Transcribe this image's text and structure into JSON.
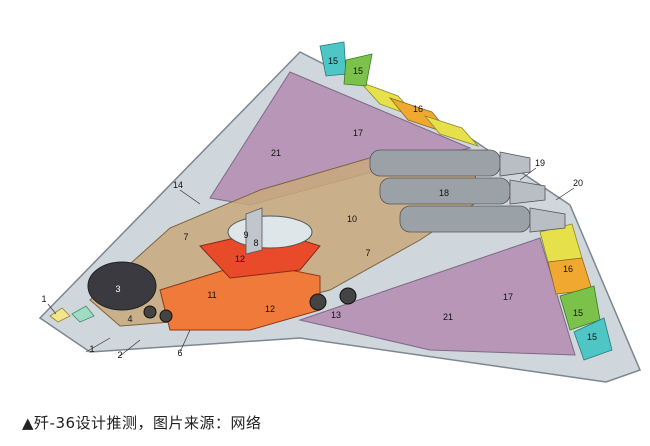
{
  "caption": "▲歼-36设计推测，图片来源：网络",
  "colors": {
    "background": "#ffffff",
    "airframe": "#cfd6dc",
    "airframe_edge": "#7c8790",
    "fuselage_tan": "#c8a97b",
    "skin_panel_purple": "#b896b8",
    "weapons_bay_orange": "#f07a3a",
    "weapons_bay_red": "#e84a2a",
    "control_surface_green": "#7cc24a",
    "control_surface_teal": "#4ec6c6",
    "control_surface_yellow": "#e6e04a",
    "control_surface_amber": "#f0a830",
    "engine_gray": "#9aa2a8",
    "radome_dark": "#3a3a40"
  },
  "labels": {
    "n1": "1",
    "n2": "2",
    "n3": "3",
    "n4": "4",
    "n6": "6",
    "n7a": "7",
    "n7b": "7",
    "n8": "8",
    "n9": "9",
    "n10": "10",
    "n11": "11",
    "n12a": "12",
    "n12b": "12",
    "n13": "13",
    "n14": "14",
    "n15a": "15",
    "n15b": "15",
    "n15c": "15",
    "n15d": "15",
    "n16a": "16",
    "n16b": "16",
    "n17a": "17",
    "n17b": "17",
    "n18": "18",
    "n19": "19",
    "n20": "20",
    "n21a": "21",
    "n21b": "21"
  }
}
